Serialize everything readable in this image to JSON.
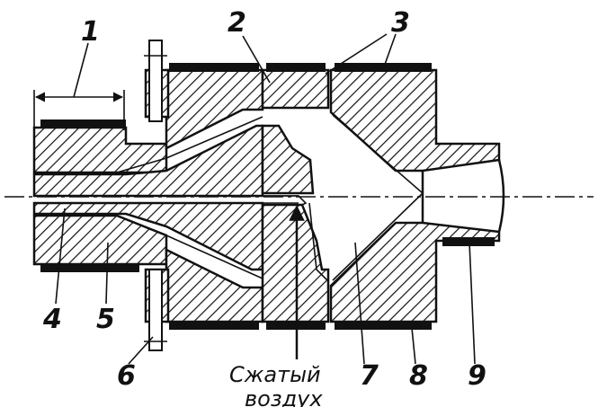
{
  "labels": {
    "l1": "1",
    "l2": "2",
    "l3": "3",
    "l4": "4",
    "l5": "5",
    "l6": "6",
    "l7": "7",
    "l8": "8",
    "l9": "9"
  },
  "caption": {
    "line1": "Сжатый",
    "line2": "воздух"
  }
}
